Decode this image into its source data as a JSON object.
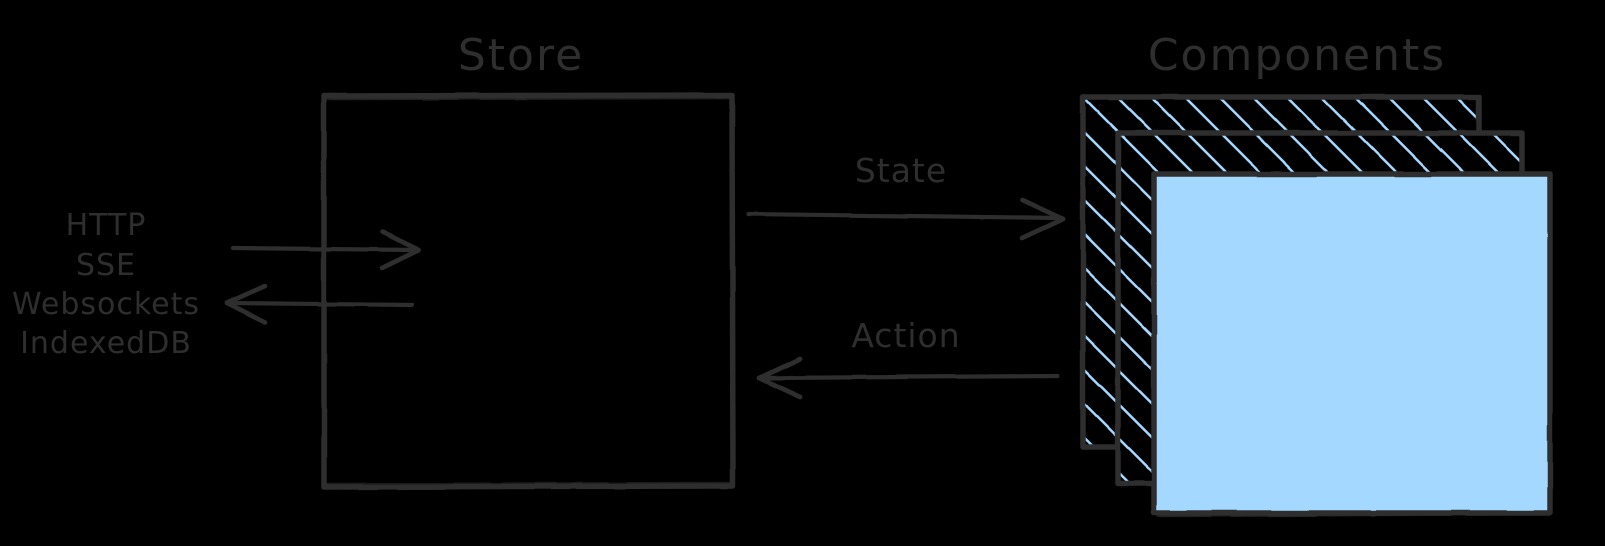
{
  "diagram": {
    "background_color": "#000000",
    "stroke_color": "#2e2e2e",
    "text_color": "#2e2e2e",
    "accent_fill_color": "#a5d8ff",
    "hatch_color": "#a5d8ff"
  },
  "titles": {
    "store": "Store",
    "components": "Components"
  },
  "sources": {
    "items": [
      {
        "label": "HTTP"
      },
      {
        "label": "SSE"
      },
      {
        "label": "Websockets"
      },
      {
        "label": "IndexedDB"
      }
    ]
  },
  "flows": {
    "state_label": "State",
    "action_label": "Action"
  },
  "arrows": {
    "inbound_name": "inbound-data-arrow",
    "outbound_name": "outbound-data-arrow",
    "state_name": "state-arrow",
    "action_name": "action-arrow"
  },
  "shapes": {
    "store_box": "store-box",
    "component_back": "component-card-back",
    "component_middle": "component-card-middle",
    "component_front": "component-card-front"
  }
}
